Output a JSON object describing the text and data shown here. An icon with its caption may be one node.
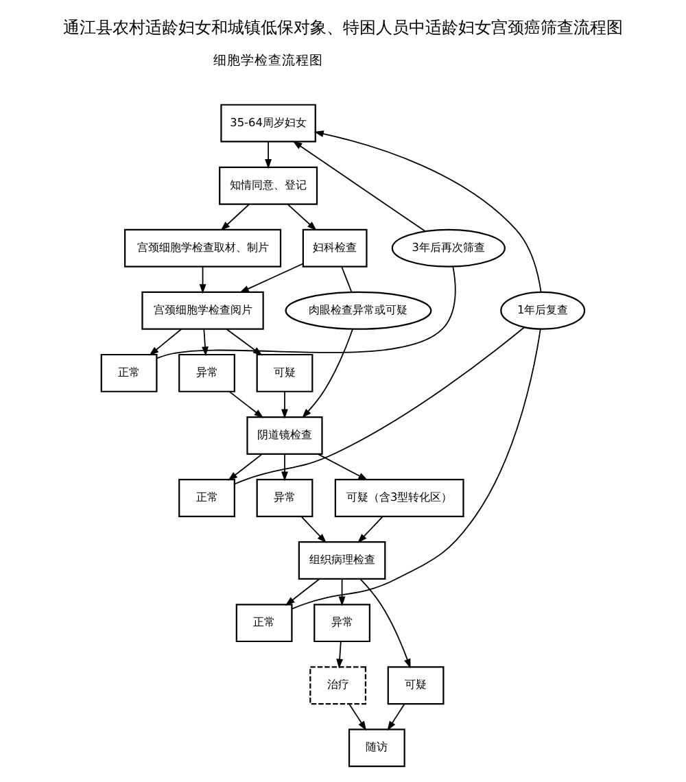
{
  "diagram": {
    "title": "通江县农村适龄妇女和城镇低保对象、特困人员中适龄妇女宫颈癌筛查流程图",
    "nodes": [
      {
        "text": [
          "35-64周岁妇女"
        ]
      },
      {
        "text": [
          "知情同意、登记"
        ]
      },
      {
        "text": [
          "宫颈细胞学检查取材、制片"
        ]
      },
      {
        "text": [
          "妇科检查"
        ]
      },
      {
        "text": [
          "3年后再次筛查"
        ]
      },
      {
        "text": [
          "1年后复查"
        ]
      },
      {
        "text": [
          "肉眼检查异常或可疑"
        ]
      },
      {
        "text": [
          "宫颈细胞学检查阅片"
        ]
      },
      {
        "text": [
          "正常"
        ]
      },
      {
        "text": [
          "异常"
        ]
      },
      {
        "text": [
          "可疑"
        ]
      },
      {
        "text": [
          "阴道镜检查"
        ]
      },
      {
        "text": [
          "正常"
        ]
      },
      {
        "text": [
          "异常"
        ]
      },
      {
        "text": [
          "可疑（含3型转化区）"
        ]
      },
      {
        "text": [
          "组织病理检查"
        ]
      },
      {
        "text": [
          "正常"
        ]
      },
      {
        "text": [
          "异常"
        ]
      },
      {
        "text": [
          "可疑"
        ]
      },
      {
        "text": [
          "治疗"
        ]
      },
      {
        "text": [
          "随访"
        ]
      }
    ],
    "edges": [
      {
        "from": 0,
        "to": 1,
        "arrow": "to"
      },
      {
        "from": 1,
        "to": 2,
        "arrow": "to"
      },
      {
        "from": 1,
        "to": 3,
        "arrow": "to"
      },
      {
        "from": 2,
        "to": 7,
        "arrow": "to"
      },
      {
        "from": 3,
        "to": 7,
        "arrow": "to"
      },
      {
        "from": 3,
        "to": 6,
        "arrow": "none"
      },
      {
        "from": 6,
        "to": 11,
        "arrow": "to"
      },
      {
        "from": 7,
        "to": 8,
        "arrow": "to"
      },
      {
        "from": 7,
        "to": 9,
        "arrow": "to"
      },
      {
        "from": 7,
        "to": 10,
        "arrow": "to"
      },
      {
        "from": 8,
        "to": 4,
        "arrow": "none"
      },
      {
        "from": 4,
        "to": 0,
        "arrow": "to"
      },
      {
        "from": 9,
        "to": 11,
        "arrow": "to"
      },
      {
        "from": 10,
        "to": 11,
        "arrow": "to"
      },
      {
        "from": 11,
        "to": 12,
        "arrow": "to"
      },
      {
        "from": 11,
        "to": 13,
        "arrow": "to"
      },
      {
        "from": 11,
        "to": 14,
        "arrow": "to"
      },
      {
        "from": 12,
        "to": 5,
        "arrow": "none"
      },
      {
        "from": 13,
        "to": 15,
        "arrow": "to"
      },
      {
        "from": 14,
        "to": 15,
        "arrow": "to"
      },
      {
        "from": 15,
        "to": 16,
        "arrow": "to"
      },
      {
        "from": 15,
        "to": 17,
        "arrow": "to"
      },
      {
        "from": 15,
        "to": 18,
        "arrow": "to"
      },
      {
        "from": 16,
        "to": 5,
        "arrow": "none"
      },
      {
        "from": 5,
        "to": 0,
        "arrow": "to"
      },
      {
        "from": 17,
        "to": 19,
        "arrow": "to"
      },
      {
        "from": 18,
        "to": 20,
        "arrow": "to"
      },
      {
        "from": 19,
        "to": 20,
        "arrow": "to"
      }
    ],
    "labels": [
      "细胞学检查流程图"
    ]
  }
}
